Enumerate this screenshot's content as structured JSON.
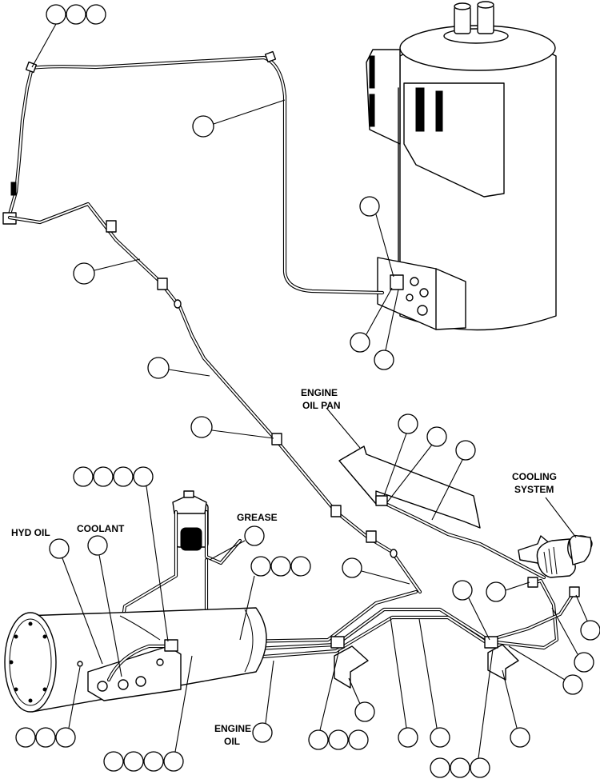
{
  "labels": {
    "hyd_oil": "HYD OIL",
    "coolant": "COOLANT",
    "grease": "GREASE",
    "engine_oil_pan_line1": "ENGINE",
    "engine_oil_pan_line2": "OIL PAN",
    "cooling_system_line1": "COOLING",
    "cooling_system_line2": "SYSTEM",
    "engine_oil_line1": "ENGINE",
    "engine_oil_line2": "OIL"
  }
}
